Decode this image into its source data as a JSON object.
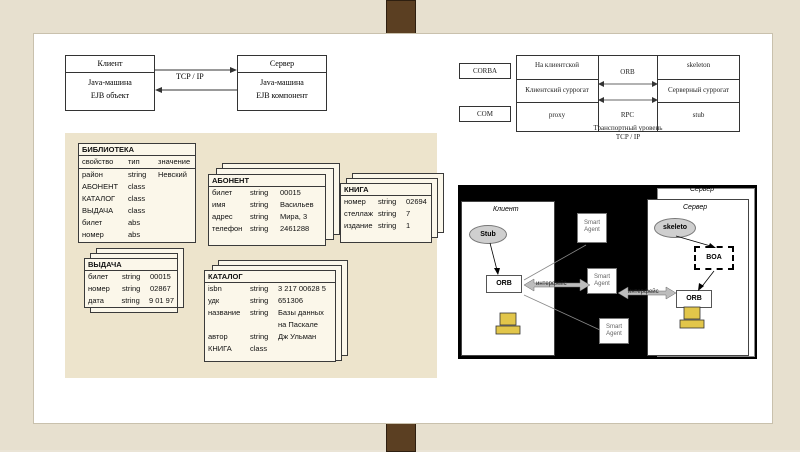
{
  "top_left": {
    "client_title": "Клиент",
    "client_line1": "Java-машина",
    "client_line2": "EJB объект",
    "protocol": "TCP / IP",
    "server_title": "Сервер",
    "server_line1": "Java-машина",
    "server_line2": "EJB компонент"
  },
  "top_right": {
    "corba": "CORBA",
    "com": "COM",
    "c1r1": "На клиентской",
    "c1r2": "Клиентский суррогат",
    "c1r3": "proxy",
    "c2r1": "ORB",
    "c2r2": "RPC",
    "c2r3": "Транспортный уровень TCP / IP",
    "c3r1": "skeleton",
    "c3r2": "Серверный суррогат",
    "c3r3": "stub"
  },
  "library": {
    "biblioteka": {
      "title": "БИБЛИОТЕКА",
      "header": [
        "свойство",
        "тип",
        "значение"
      ],
      "rows": [
        [
          "район",
          "string",
          "Невский"
        ],
        [
          "АБОНЕНТ",
          "class",
          ""
        ],
        [
          "КАТАЛОГ",
          "class",
          ""
        ],
        [
          "ВЫДАЧА",
          "class",
          ""
        ],
        [
          "билет",
          "abs",
          ""
        ],
        [
          "номер",
          "abs",
          ""
        ]
      ]
    },
    "abonent": {
      "title": "АБОНЕНТ",
      "rows": [
        [
          "билет",
          "string",
          "00015"
        ],
        [
          "имя",
          "string",
          "Васильев"
        ],
        [
          "адрес",
          "string",
          "Мира, 3"
        ],
        [
          "телефон",
          "string",
          "2461288"
        ]
      ]
    },
    "kniga": {
      "title": "КНИГА",
      "rows": [
        [
          "номер",
          "string",
          "02694"
        ],
        [
          "стеллаж",
          "string",
          "7"
        ],
        [
          "издание",
          "string",
          "1"
        ]
      ]
    },
    "vydacha": {
      "title": "ВЫДАЧА",
      "rows": [
        [
          "билет",
          "string",
          "00015"
        ],
        [
          "номер",
          "string",
          "02867"
        ],
        [
          "дата",
          "string",
          "9 01 97"
        ]
      ]
    },
    "katalog": {
      "title": "КАТАЛОГ",
      "rows": [
        [
          "isbn",
          "string",
          "3 217 00628 5"
        ],
        [
          "удк",
          "string",
          "651306"
        ],
        [
          "название",
          "string",
          "Базы данных"
        ],
        [
          "",
          "",
          "на Паскале"
        ],
        [
          "автор",
          "string",
          "Дж Ульман"
        ],
        [
          "КНИГА",
          "class",
          ""
        ]
      ]
    }
  },
  "orb_diagram": {
    "client_title": "Клиент",
    "server_title": "Сервер",
    "stub": "Stub",
    "skeleton": "skeleto",
    "boa": "BOA",
    "orb_client": "ORB",
    "orb_server": "ORB",
    "interface_left": "интерфейс",
    "interface_right": "интерфейс",
    "agent1": "Smart Agent",
    "agent2": "Smart Agent",
    "agent3": "Smart Agent"
  },
  "colors": {
    "pin": "#5b3f22",
    "paper": "#ede4cc",
    "orb_panel": "#000000"
  }
}
